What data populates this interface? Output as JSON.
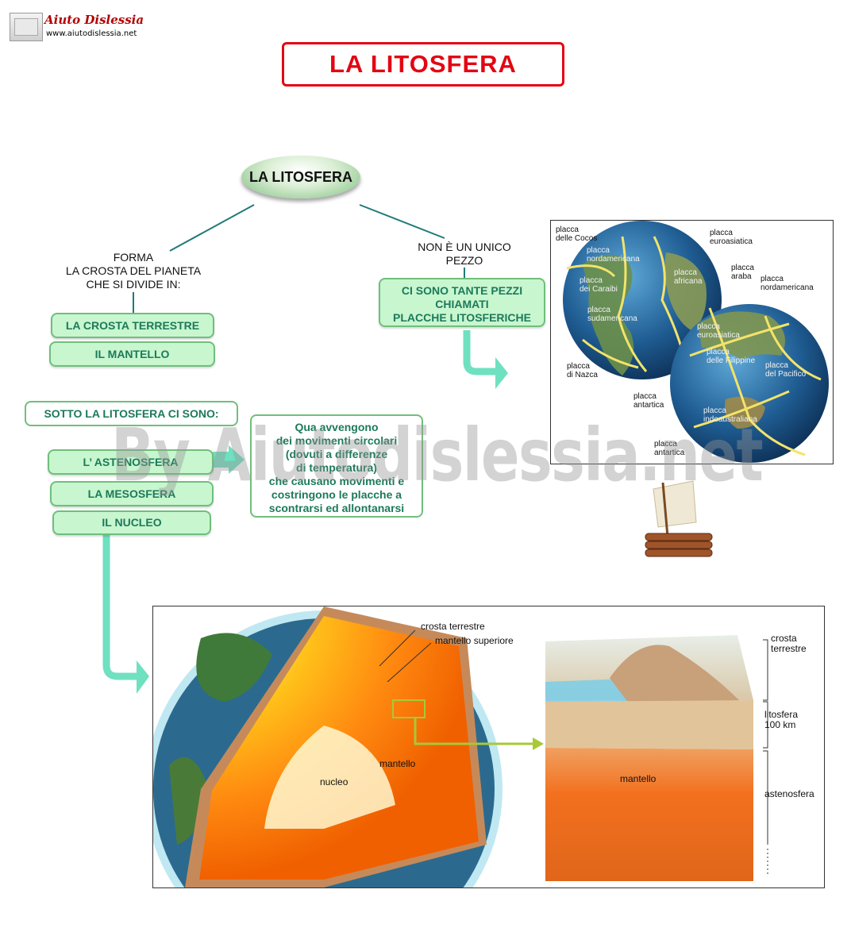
{
  "header": {
    "logo_title": "Aiuto Dislessia",
    "logo_url": "www.aiutodislessia.net"
  },
  "title": "LA LITOSFERA",
  "root": "LA LITOSFERA",
  "left_branch": {
    "text": [
      "FORMA",
      "LA CROSTA DEL PIANETA",
      "CHE SI DIVIDE IN:"
    ],
    "items": [
      "LA CROSTA TERRESTRE",
      "IL MANTELLO"
    ]
  },
  "right_branch": {
    "text": [
      "NON È UN UNICO",
      "PEZZO"
    ],
    "box": [
      "CI SONO TANTE PEZZI",
      "CHIAMATI",
      "PLACCHE LITOSFERICHE"
    ]
  },
  "under": {
    "heading": "SOTTO LA LITOSFERA CI SONO:",
    "items": [
      "L’ ASTENOSFERA",
      "LA  MESOSFERA",
      "IL NUCLEO"
    ],
    "note": [
      "Qua avvengono",
      "dei movimenti circolari",
      "(dovuti  a  differenze",
      "di  temperatura)",
      "che causano movimenti e",
      "costringono le placche a",
      "scontrarsi ed allontanarsi"
    ]
  },
  "plates_map": {
    "labels": {
      "cocos": [
        "placca",
        "delle Cocos"
      ],
      "euroasiatica1": [
        "placca",
        "euroasiatica"
      ],
      "nordamericana1": [
        "placca",
        "nordamericana"
      ],
      "africana": [
        "placca",
        "africana"
      ],
      "araba": [
        "placca",
        "araba"
      ],
      "caraibi": [
        "placca",
        "dei Caraibi"
      ],
      "nordamericana2": [
        "placca",
        "nordamericana"
      ],
      "sudamericana": [
        "placca",
        "sudamericana"
      ],
      "euroasiatica2": [
        "placca",
        "euroasiatica"
      ],
      "filippine": [
        "placca",
        "delle Filippine"
      ],
      "nazca": [
        "placca",
        "di Nazca"
      ],
      "pacifico": [
        "placca",
        "del Pacifico"
      ],
      "antartica1": [
        "placca",
        "antartica"
      ],
      "indoaustraliana": [
        "placca",
        "indoaustraliana"
      ],
      "antartica2": [
        "placca",
        "antartica"
      ]
    }
  },
  "earth_diagram": {
    "labels": {
      "crosta": "crosta terrestre",
      "mantello_sup": "mantello superiore",
      "mantello": "mantello",
      "nucleo": "nucleo"
    },
    "block": {
      "crosta": [
        "crosta",
        "terrestre"
      ],
      "litosfera": [
        "litosfera",
        "100 km"
      ],
      "mantello": "mantello",
      "astenosfera": "astenosfera"
    }
  },
  "watermark": "By Aiutodislessia.net",
  "colors": {
    "title_red": "#e30613",
    "box_fill": "#c8f6cf",
    "box_border": "#6fbf7c",
    "box_text": "#1c7a5a",
    "connector": "#1f7a78",
    "arrow": "#6fe0c0"
  }
}
